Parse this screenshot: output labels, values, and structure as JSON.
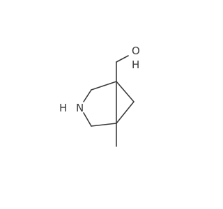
{
  "structure": {
    "atom_labels": {
      "hydroxyl_o": "O",
      "hydroxyl_h": "H",
      "amine_n": "N",
      "amine_h": "H"
    },
    "colors": {
      "bond": "#3a3a3a",
      "label": "#3a3a3a",
      "background": "#ffffff"
    }
  }
}
